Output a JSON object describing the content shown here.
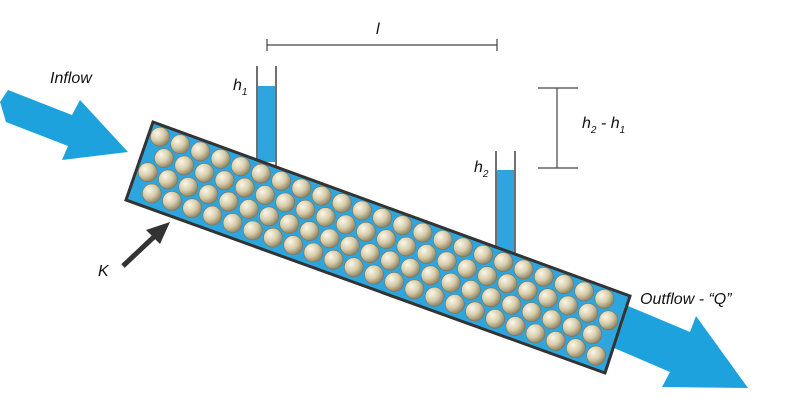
{
  "labels": {
    "inflow": "Inflow",
    "outflow": "Outflow - “Q”",
    "length": "l",
    "h1_base": "h",
    "h1_sub": "1",
    "h2_base": "h",
    "h2_sub": "2",
    "diff_h2": "h",
    "diff_h2_sub": "2",
    "diff_sep": " - h",
    "diff_h1_sub": "1",
    "k": "K"
  },
  "colors": {
    "water": "#2ea6dd",
    "bead": "#d8cfb0",
    "bead_shadow": "#8e8466",
    "outline": "#333333",
    "arrow": "#1da2dd",
    "k_arrow": "#333333"
  },
  "icons": [
    "inflow-arrow",
    "outflow-arrow",
    "k-pointer-arrow"
  ]
}
